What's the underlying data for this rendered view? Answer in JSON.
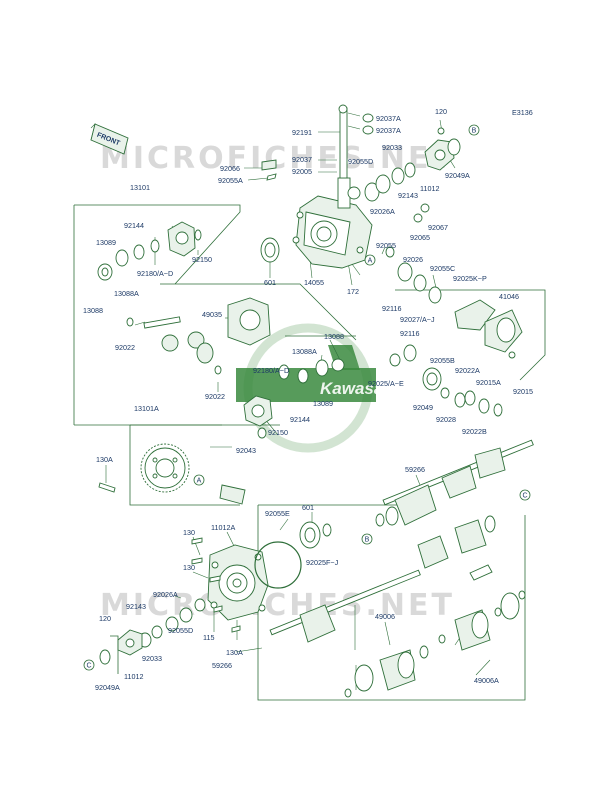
{
  "diagram": {
    "code": "E3136",
    "front_label": "FRONT",
    "brand_badge": "Kawasaki",
    "watermark": "MICROFICHES.NET",
    "callout_refs": [
      "A",
      "B",
      "C"
    ],
    "colors": {
      "line": "#2f6f3a",
      "label": "#1d3a66",
      "watermark": "#d9d9d9",
      "badge": "#3a8a3e"
    },
    "labels": {
      "p_92191": "92191",
      "p_92037A_1": "92037A",
      "p_92037A_2": "92037A",
      "p_92066": "92066",
      "p_92037": "92037",
      "p_92055A": "92055A",
      "p_92005": "92005",
      "p_92055D_top": "92055D",
      "p_92033_top": "92033",
      "p_120_top": "120",
      "p_92049A_top": "92049A",
      "p_11012_top": "11012",
      "p_92143_top": "92143",
      "p_92026A_top": "92026A",
      "p_92067": "92067",
      "p_92065": "92065",
      "p_13101": "13101",
      "p_92144_top": "92144",
      "p_13089_top": "13089",
      "p_92180_top": "92180/A~D",
      "p_92150_top": "92150",
      "p_13088A_top": "13088A",
      "p_13088_top": "13088",
      "p_601_top": "601",
      "p_14055": "14055",
      "p_172": "172",
      "p_92055": "92055",
      "p_92026": "92026",
      "p_92055C": "92055C",
      "p_92025KP": "92025K~P",
      "p_41046": "41046",
      "p_92116_1": "92116",
      "p_92027": "92027/A~J",
      "p_49035": "49035",
      "p_92022_1": "92022",
      "p_13088_mid": "13088",
      "p_13088A_mid": "13088A",
      "p_92180_mid": "92180/A~D",
      "p_92022_2": "92022",
      "p_92144_mid": "92144",
      "p_13089_mid": "13089",
      "p_92116_2": "92116",
      "p_92055B": "92055B",
      "p_92022A": "92022A",
      "p_92015A": "92015A",
      "p_92025AE": "92025/A~E",
      "p_92015": "92015",
      "p_92049": "92049",
      "p_92028": "92028",
      "p_92022B": "92022B",
      "p_13101A": "13101A",
      "p_92150_mid": "92150",
      "p_92043": "92043",
      "p_130A_1": "130A",
      "p_59266_1": "59266",
      "p_92055E": "92055E",
      "p_601_mid": "601",
      "p_11012A": "11012A",
      "p_130_1": "130",
      "p_130_2": "130",
      "p_92025FJ": "92025F~J",
      "p_92026A_bot": "92026A",
      "p_92143_bot": "92143",
      "p_120_bot": "120",
      "p_92055D_bot": "92055D",
      "p_115": "115",
      "p_130A_2": "130A",
      "p_92033_bot": "92033",
      "p_11012_bot": "11012",
      "p_92049A_bot": "92049A",
      "p_49006": "49006",
      "p_49006A": "49006A",
      "p_59266_2": "59266"
    }
  }
}
